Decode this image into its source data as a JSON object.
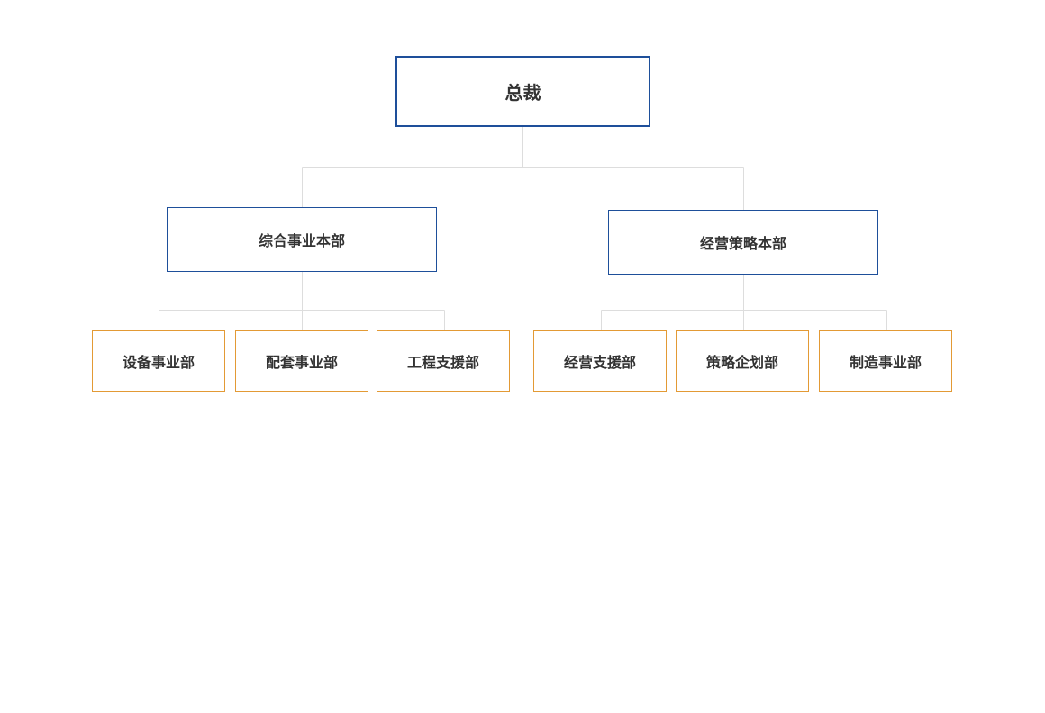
{
  "org": {
    "top": {
      "label": "总裁",
      "border_color": "#1e4f9a"
    },
    "divisions": [
      {
        "label": "综合事业本部",
        "border_color": "#1e4f9a",
        "departments": [
          "设备事业部",
          "配套事业部",
          "工程支援部"
        ]
      },
      {
        "label": "经营策略本部",
        "border_color": "#1e4f9a",
        "departments": [
          "经营支援部",
          "策略企划部",
          "制造事业部"
        ]
      }
    ],
    "department_border_color": "#e39a35",
    "connector_color": "#dddddd"
  }
}
